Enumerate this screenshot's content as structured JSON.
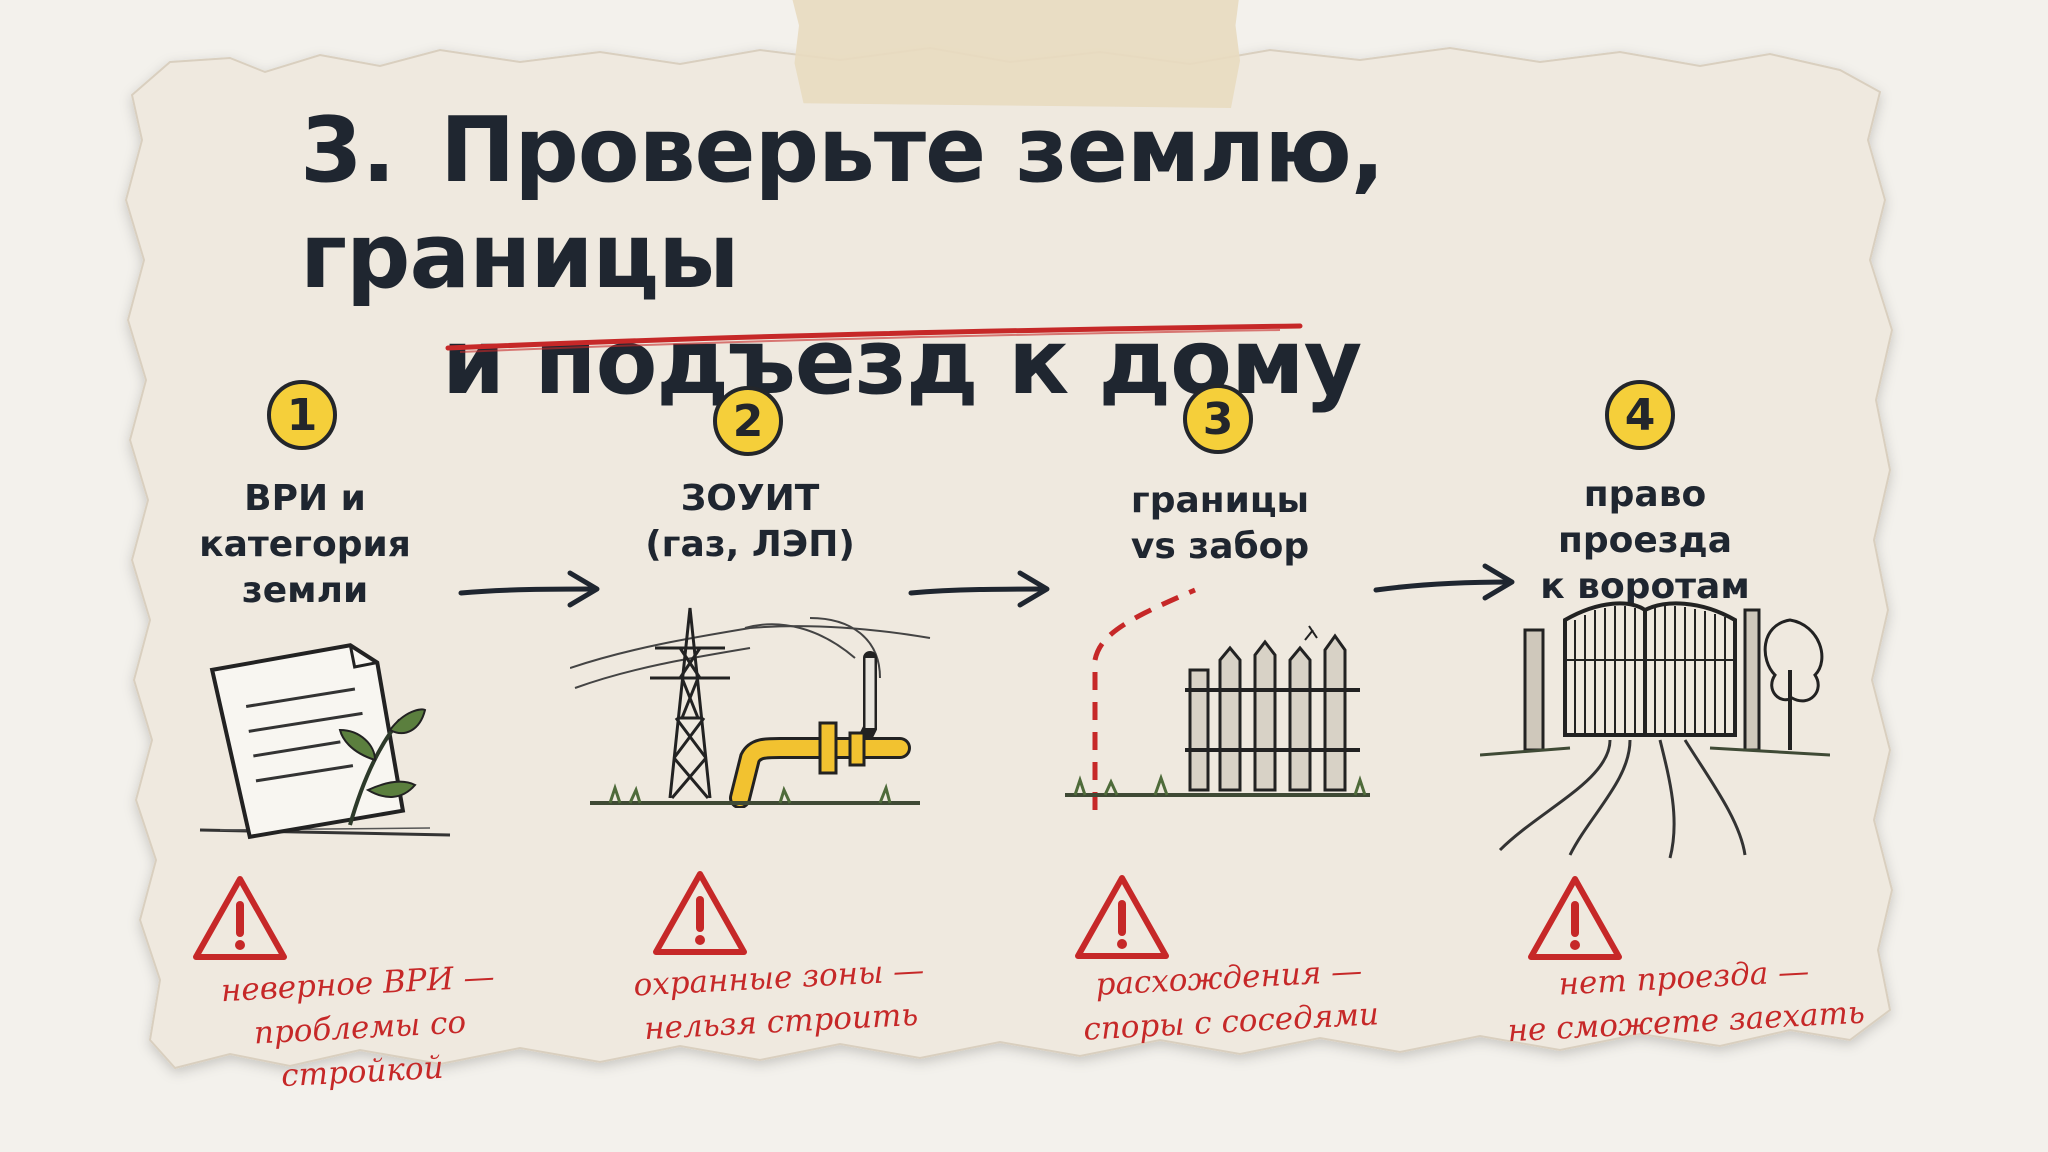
{
  "title": {
    "number": "3.",
    "line1": "Проверьте землю, границы",
    "line2": "и подъезд к дому"
  },
  "colors": {
    "accent_red": "#c62828",
    "badge_yellow": "#f5cf3a",
    "ink": "#1f2630",
    "paper": "#efe9df"
  },
  "steps": [
    {
      "badge": "1",
      "label_lines": [
        "ВРИ и",
        "категория",
        "земли"
      ],
      "icon": "document-with-sprout-icon",
      "warning_icon": "warning-triangle-icon",
      "warning_lines": [
        "неверное ВРИ —",
        "проблемы со стройкой"
      ]
    },
    {
      "badge": "2",
      "label_lines": [
        "ЗОУИТ",
        "(газ, ЛЭП)"
      ],
      "icon": "power-line-and-gas-pipe-icon",
      "warning_icon": "warning-triangle-icon",
      "warning_lines": [
        "охранные зоны —",
        "нельзя строить"
      ]
    },
    {
      "badge": "3",
      "label_lines": [
        "границы",
        "vs забор"
      ],
      "icon": "fence-and-boundary-icon",
      "warning_icon": "warning-triangle-icon",
      "warning_lines": [
        "расхождения —",
        "споры с соседями"
      ]
    },
    {
      "badge": "4",
      "label_lines": [
        "право проезда",
        "к воротам"
      ],
      "icon": "gate-and-road-icon",
      "warning_icon": "warning-triangle-icon",
      "warning_lines": [
        "нет проезда —",
        "не сможете заехать"
      ]
    }
  ]
}
